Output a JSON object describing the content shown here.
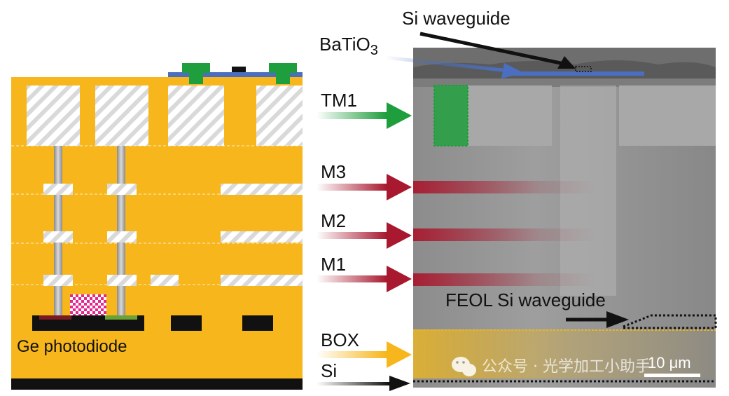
{
  "labels": {
    "si_waveguide": "Si waveguide",
    "batio3": "BaTiO",
    "batio3_sub": "3",
    "tm1": "TM1",
    "m3": "M3",
    "m2": "M2",
    "m1": "M1",
    "feol": "FEOL Si waveguide",
    "box": "BOX",
    "si": "Si",
    "ge_photodiode": "Ge photodiode",
    "scale_bar": "10 μm"
  },
  "watermark": "公众号 · 光学加工小助手",
  "colors": {
    "oxide": "#F7B61B",
    "metal_green": "#1E9E3C",
    "batio3_blue": "#4A6FC0",
    "metal_red": "#A8192F",
    "box_yellow": "#E8B528",
    "black": "#111111",
    "ge_pink": "#E6268C"
  },
  "icons": {
    "watermark": "wechat-icon"
  }
}
